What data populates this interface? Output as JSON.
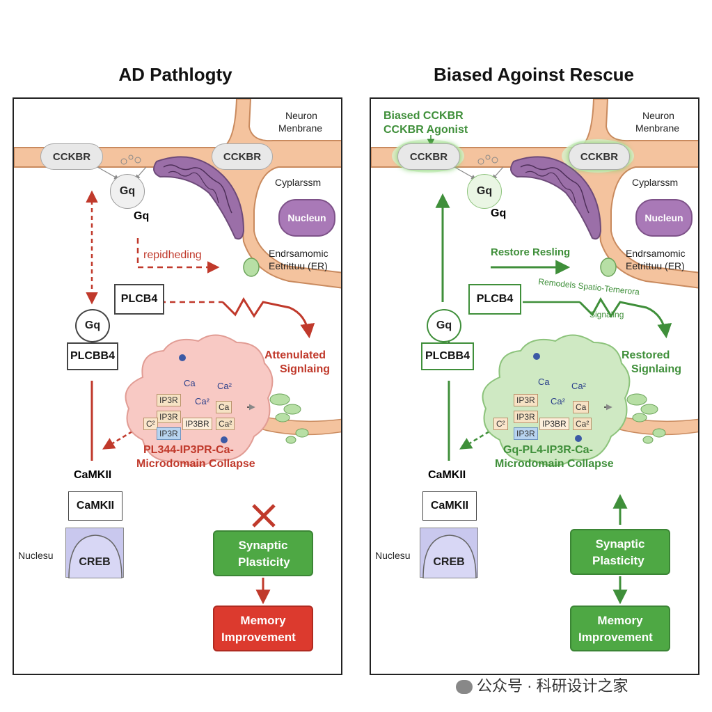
{
  "titles": {
    "left": "AD Pathlogty",
    "right": "Biased Agoinst Rescue"
  },
  "common": {
    "receptor": "CCKBR",
    "gq": "Gq",
    "neuron_membrane": [
      "Neuron",
      "Menbrane"
    ],
    "cytoplasm": "Cyplarssm",
    "nucleus_organelle": "Nucleun",
    "er": [
      "Endrsamomic",
      "Eetrittuu (ER)"
    ],
    "plcb4": "PLCB4",
    "plcbb4": "PLCBB4",
    "camkii": "CaMKII",
    "creb": "CREB",
    "nucleus_label": "Nuclesu",
    "synaptic": [
      "Synaptic",
      "Plasticity"
    ],
    "memory": [
      "Memory",
      "Improvement"
    ],
    "microdomain": {
      "ip3r": "IP3R",
      "ca": "Ca",
      "ca2": "Ca²",
      "c2": "C²",
      "ip3br": "IP3BR",
      "ip3r_blue": "IP3R"
    }
  },
  "left": {
    "signal_label": "repidheding",
    "attenuated": [
      "Attenulated",
      "Signlaing"
    ],
    "collapse": [
      "PL344-IP3PR-Ca-",
      "Microdomain Collapse"
    ]
  },
  "right": {
    "agonist": [
      "Biased CCKBR",
      "CCKBR Agonist"
    ],
    "restore": "Restore Resling",
    "remodels": [
      "Remodels Spatio-Temerora",
      "Signaling"
    ],
    "restored": [
      "Restored",
      "Signlaing"
    ],
    "collapse": [
      "Gq-PL4-IP3R-Ca-",
      "Microdomain Collapse"
    ]
  },
  "colors": {
    "red": "#c0392b",
    "green": "#3f8f3a",
    "membrane": "#f4c39e",
    "er": "#9b6fa8",
    "cloud_red": "#f8c9c4",
    "cloud_green": "#cfe9c3"
  },
  "watermark": "公众号 · 科研设计之家"
}
